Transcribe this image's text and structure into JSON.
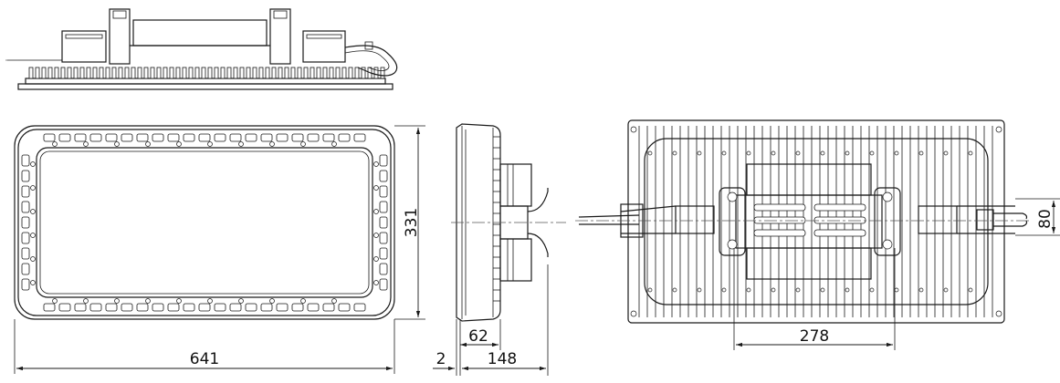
{
  "dimensions": {
    "width": "641",
    "height": "331",
    "depth": "148",
    "bracket": "62",
    "gap": "2",
    "mount_spacing": "278",
    "cable_spacing": "80"
  }
}
